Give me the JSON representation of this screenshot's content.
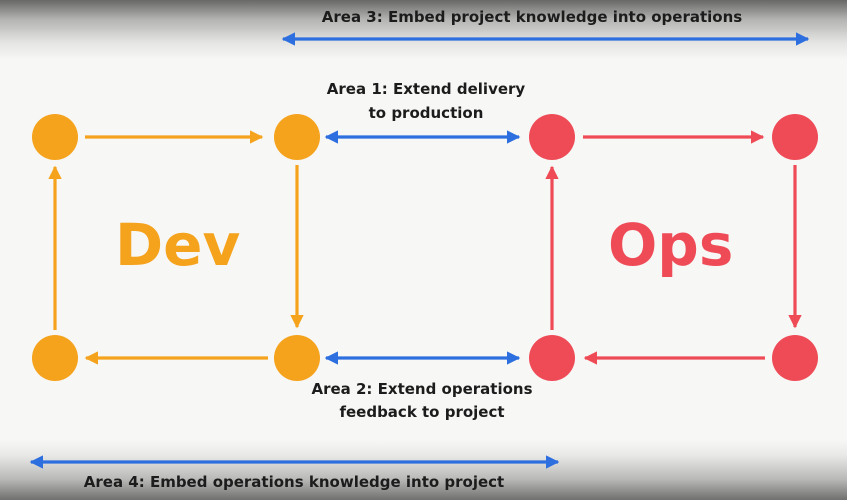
{
  "labels": {
    "area3": "Area 3: Embed project knowledge into operations",
    "area1_line1": "Area 1: Extend delivery",
    "area1_line2": "to production",
    "area2_line1": "Area 2: Extend operations",
    "area2_line2": "feedback to project",
    "area4": "Area 4: Embed operations knowledge into project",
    "dev": "Dev",
    "ops": "Ops"
  },
  "colors": {
    "dev": "#f5a21c",
    "ops": "#ef4b57",
    "link": "#2e6fe0",
    "background": "#f7f7f5",
    "text": "#1c1c1c"
  }
}
